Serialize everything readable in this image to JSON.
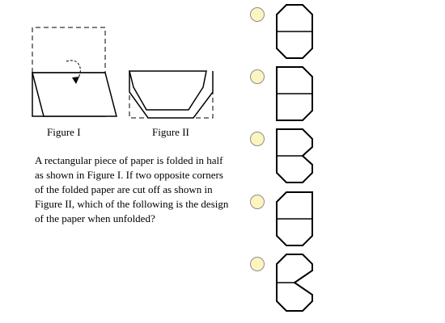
{
  "figures": {
    "figure1_label": "Figure I",
    "figure2_label": "Figure II"
  },
  "question": {
    "text": "A rectangular piece of paper is folded in half as shown in Figure I.  If two opposite corners of the folded paper are cut off as shown in Figure II, which of the following is the design of the paper when unfolded?"
  },
  "choices": [
    {
      "shape": "octagon-top-and-bottom-corners-cut"
    },
    {
      "shape": "top-right-and-bottom-right-corners-cut"
    },
    {
      "shape": "top-right-corner-and-middle-right-cut"
    },
    {
      "shape": "bottom-right-corners-cut"
    },
    {
      "shape": "left-corners-cut-with-notch-right"
    }
  ],
  "colors": {
    "radio_fill": "#fdf5c0",
    "radio_border": "#8c8c8c"
  }
}
